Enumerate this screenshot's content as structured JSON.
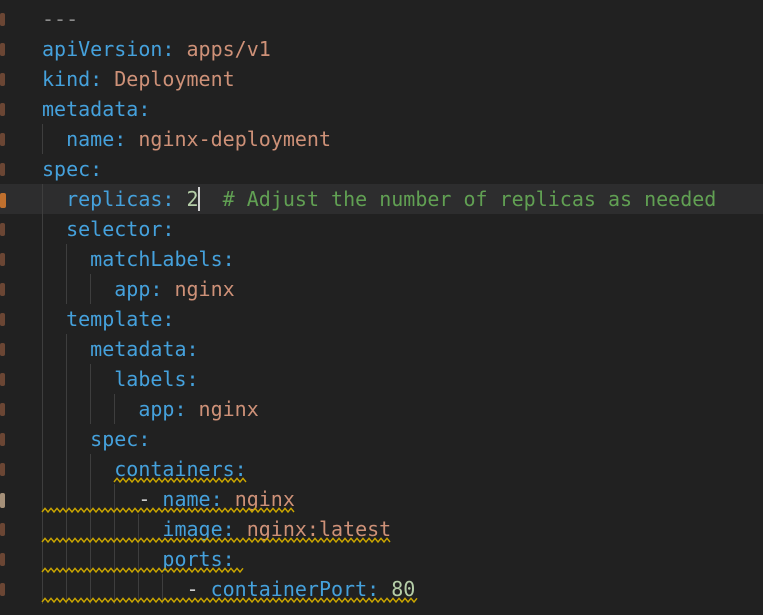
{
  "editor": {
    "language_hint": "yaml",
    "colors": {
      "background": "#212121",
      "current_line": "#2d2d2e",
      "key": "#45a1dc",
      "string": "#ce9178",
      "number": "#b5cea8",
      "comment": "#61a053",
      "document_marker": "#8c8c8c",
      "punctuation": "#cfcfcf",
      "warning_squiggle": "#cca700",
      "indent_guide": "#3e3e3e",
      "cursor": "#d0d0d0",
      "gutter_mark_dim": "#6b4634",
      "gutter_mark_bright": "#c0702e",
      "gutter_mark_light": "#a59079"
    },
    "current_line": 7,
    "cursor": {
      "line": 7,
      "col": 13
    },
    "lines": [
      {
        "guides": 0,
        "gutter_mark": "dim",
        "squiggle": null,
        "tokens": [
          [
            "doc",
            "---"
          ]
        ]
      },
      {
        "guides": 0,
        "gutter_mark": "dim",
        "squiggle": null,
        "tokens": [
          [
            "key",
            "apiVersion:"
          ],
          [
            "ws",
            " "
          ],
          [
            "str",
            "apps/v1"
          ]
        ]
      },
      {
        "guides": 0,
        "gutter_mark": "dim",
        "squiggle": null,
        "tokens": [
          [
            "key",
            "kind:"
          ],
          [
            "ws",
            " "
          ],
          [
            "str",
            "Deployment"
          ]
        ]
      },
      {
        "guides": 0,
        "gutter_mark": "dim",
        "squiggle": null,
        "tokens": [
          [
            "key",
            "metadata:"
          ]
        ]
      },
      {
        "guides": 1,
        "gutter_mark": "dim",
        "squiggle": null,
        "tokens": [
          [
            "ws",
            "  "
          ],
          [
            "key",
            "name:"
          ],
          [
            "ws",
            " "
          ],
          [
            "str",
            "nginx-deployment"
          ]
        ]
      },
      {
        "guides": 0,
        "gutter_mark": "dim",
        "squiggle": null,
        "tokens": [
          [
            "key",
            "spec:"
          ]
        ]
      },
      {
        "guides": 1,
        "gutter_mark": "bright",
        "squiggle": null,
        "tokens": [
          [
            "ws",
            "  "
          ],
          [
            "key",
            "replicas:"
          ],
          [
            "ws",
            " "
          ],
          [
            "num",
            "2"
          ],
          [
            "ws",
            "  "
          ],
          [
            "cmt",
            "# Adjust the number of replicas as needed"
          ]
        ]
      },
      {
        "guides": 1,
        "gutter_mark": "dim",
        "squiggle": null,
        "tokens": [
          [
            "ws",
            "  "
          ],
          [
            "key",
            "selector:"
          ]
        ]
      },
      {
        "guides": 2,
        "gutter_mark": "dim",
        "squiggle": null,
        "tokens": [
          [
            "ws",
            "    "
          ],
          [
            "key",
            "matchLabels:"
          ]
        ]
      },
      {
        "guides": 3,
        "gutter_mark": "dim",
        "squiggle": null,
        "tokens": [
          [
            "ws",
            "      "
          ],
          [
            "key",
            "app:"
          ],
          [
            "ws",
            " "
          ],
          [
            "str",
            "nginx"
          ]
        ]
      },
      {
        "guides": 1,
        "gutter_mark": "dim",
        "squiggle": null,
        "tokens": [
          [
            "ws",
            "  "
          ],
          [
            "key",
            "template:"
          ]
        ]
      },
      {
        "guides": 2,
        "gutter_mark": "dim",
        "squiggle": null,
        "tokens": [
          [
            "ws",
            "    "
          ],
          [
            "key",
            "metadata:"
          ]
        ]
      },
      {
        "guides": 3,
        "gutter_mark": "dim",
        "squiggle": null,
        "tokens": [
          [
            "ws",
            "      "
          ],
          [
            "key",
            "labels:"
          ]
        ]
      },
      {
        "guides": 4,
        "gutter_mark": "dim",
        "squiggle": null,
        "tokens": [
          [
            "ws",
            "        "
          ],
          [
            "key",
            "app:"
          ],
          [
            "ws",
            " "
          ],
          [
            "str",
            "nginx"
          ]
        ]
      },
      {
        "guides": 2,
        "gutter_mark": "dim",
        "squiggle": null,
        "tokens": [
          [
            "ws",
            "    "
          ],
          [
            "key",
            "spec:"
          ]
        ]
      },
      {
        "guides": 3,
        "gutter_mark": "dim",
        "squiggle": {
          "from": 6,
          "to": 17
        },
        "tokens": [
          [
            "ws",
            "      "
          ],
          [
            "key",
            "containers:"
          ]
        ]
      },
      {
        "guides": 4,
        "gutter_mark": "light",
        "squiggle": {
          "from": 0,
          "to": 21
        },
        "tokens": [
          [
            "ws",
            "        "
          ],
          [
            "pun",
            "- "
          ],
          [
            "key",
            "name:"
          ],
          [
            "ws",
            " "
          ],
          [
            "str",
            "nginx"
          ]
        ]
      },
      {
        "guides": 5,
        "gutter_mark": "dim",
        "squiggle": {
          "from": 0,
          "to": 29
        },
        "tokens": [
          [
            "ws",
            "          "
          ],
          [
            "key",
            "image:"
          ],
          [
            "ws",
            " "
          ],
          [
            "str",
            "nginx:latest"
          ]
        ]
      },
      {
        "guides": 5,
        "gutter_mark": "dim",
        "squiggle": {
          "from": 0,
          "to": 16.8
        },
        "tokens": [
          [
            "ws",
            "          "
          ],
          [
            "key",
            "ports:"
          ]
        ]
      },
      {
        "guides": 6,
        "gutter_mark": "dim",
        "squiggle": {
          "from": 0,
          "to": 31.4
        },
        "tokens": [
          [
            "ws",
            "            "
          ],
          [
            "pun",
            "- "
          ],
          [
            "key",
            "containerPort:"
          ],
          [
            "ws",
            " "
          ],
          [
            "num",
            "80"
          ]
        ]
      }
    ]
  }
}
